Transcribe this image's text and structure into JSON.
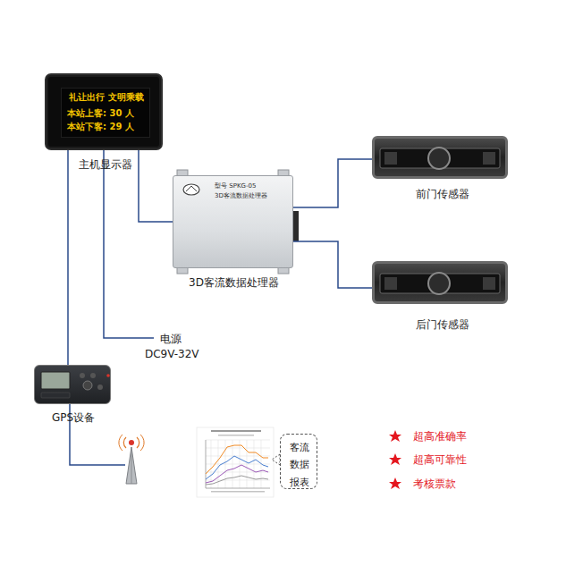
{
  "diagram": {
    "nodes": [
      {
        "text": [
          "主机显示器"
        ]
      },
      {
        "text": [
          "礼让出行 文明乘载",
          "本站上客: 30 人",
          "本站下客: 29 人"
        ],
        "in": 0
      },
      {
        "text": [
          "3D客流数据处理器",
          "型号 SPKG-05",
          "3D客流数据处理器"
        ]
      },
      {
        "text": [
          "前门传感器"
        ]
      },
      {
        "text": [
          "后门传感器"
        ]
      },
      {
        "text": [
          "GPS设备"
        ]
      },
      {
        "text": [
          "客流 数据 报表"
        ]
      }
    ],
    "edges": [
      {
        "from": 0,
        "to": 2,
        "arrow": "none"
      },
      {
        "from": 2,
        "to": 3,
        "arrow": "none"
      },
      {
        "from": 2,
        "to": 4,
        "arrow": "none"
      },
      {
        "from": 0,
        "to": 5,
        "arrow": "none"
      }
    ],
    "labels": [
      "电源",
      "DC9V-32V",
      "超高准确率",
      "超高可靠性",
      "考核票款"
    ]
  }
}
